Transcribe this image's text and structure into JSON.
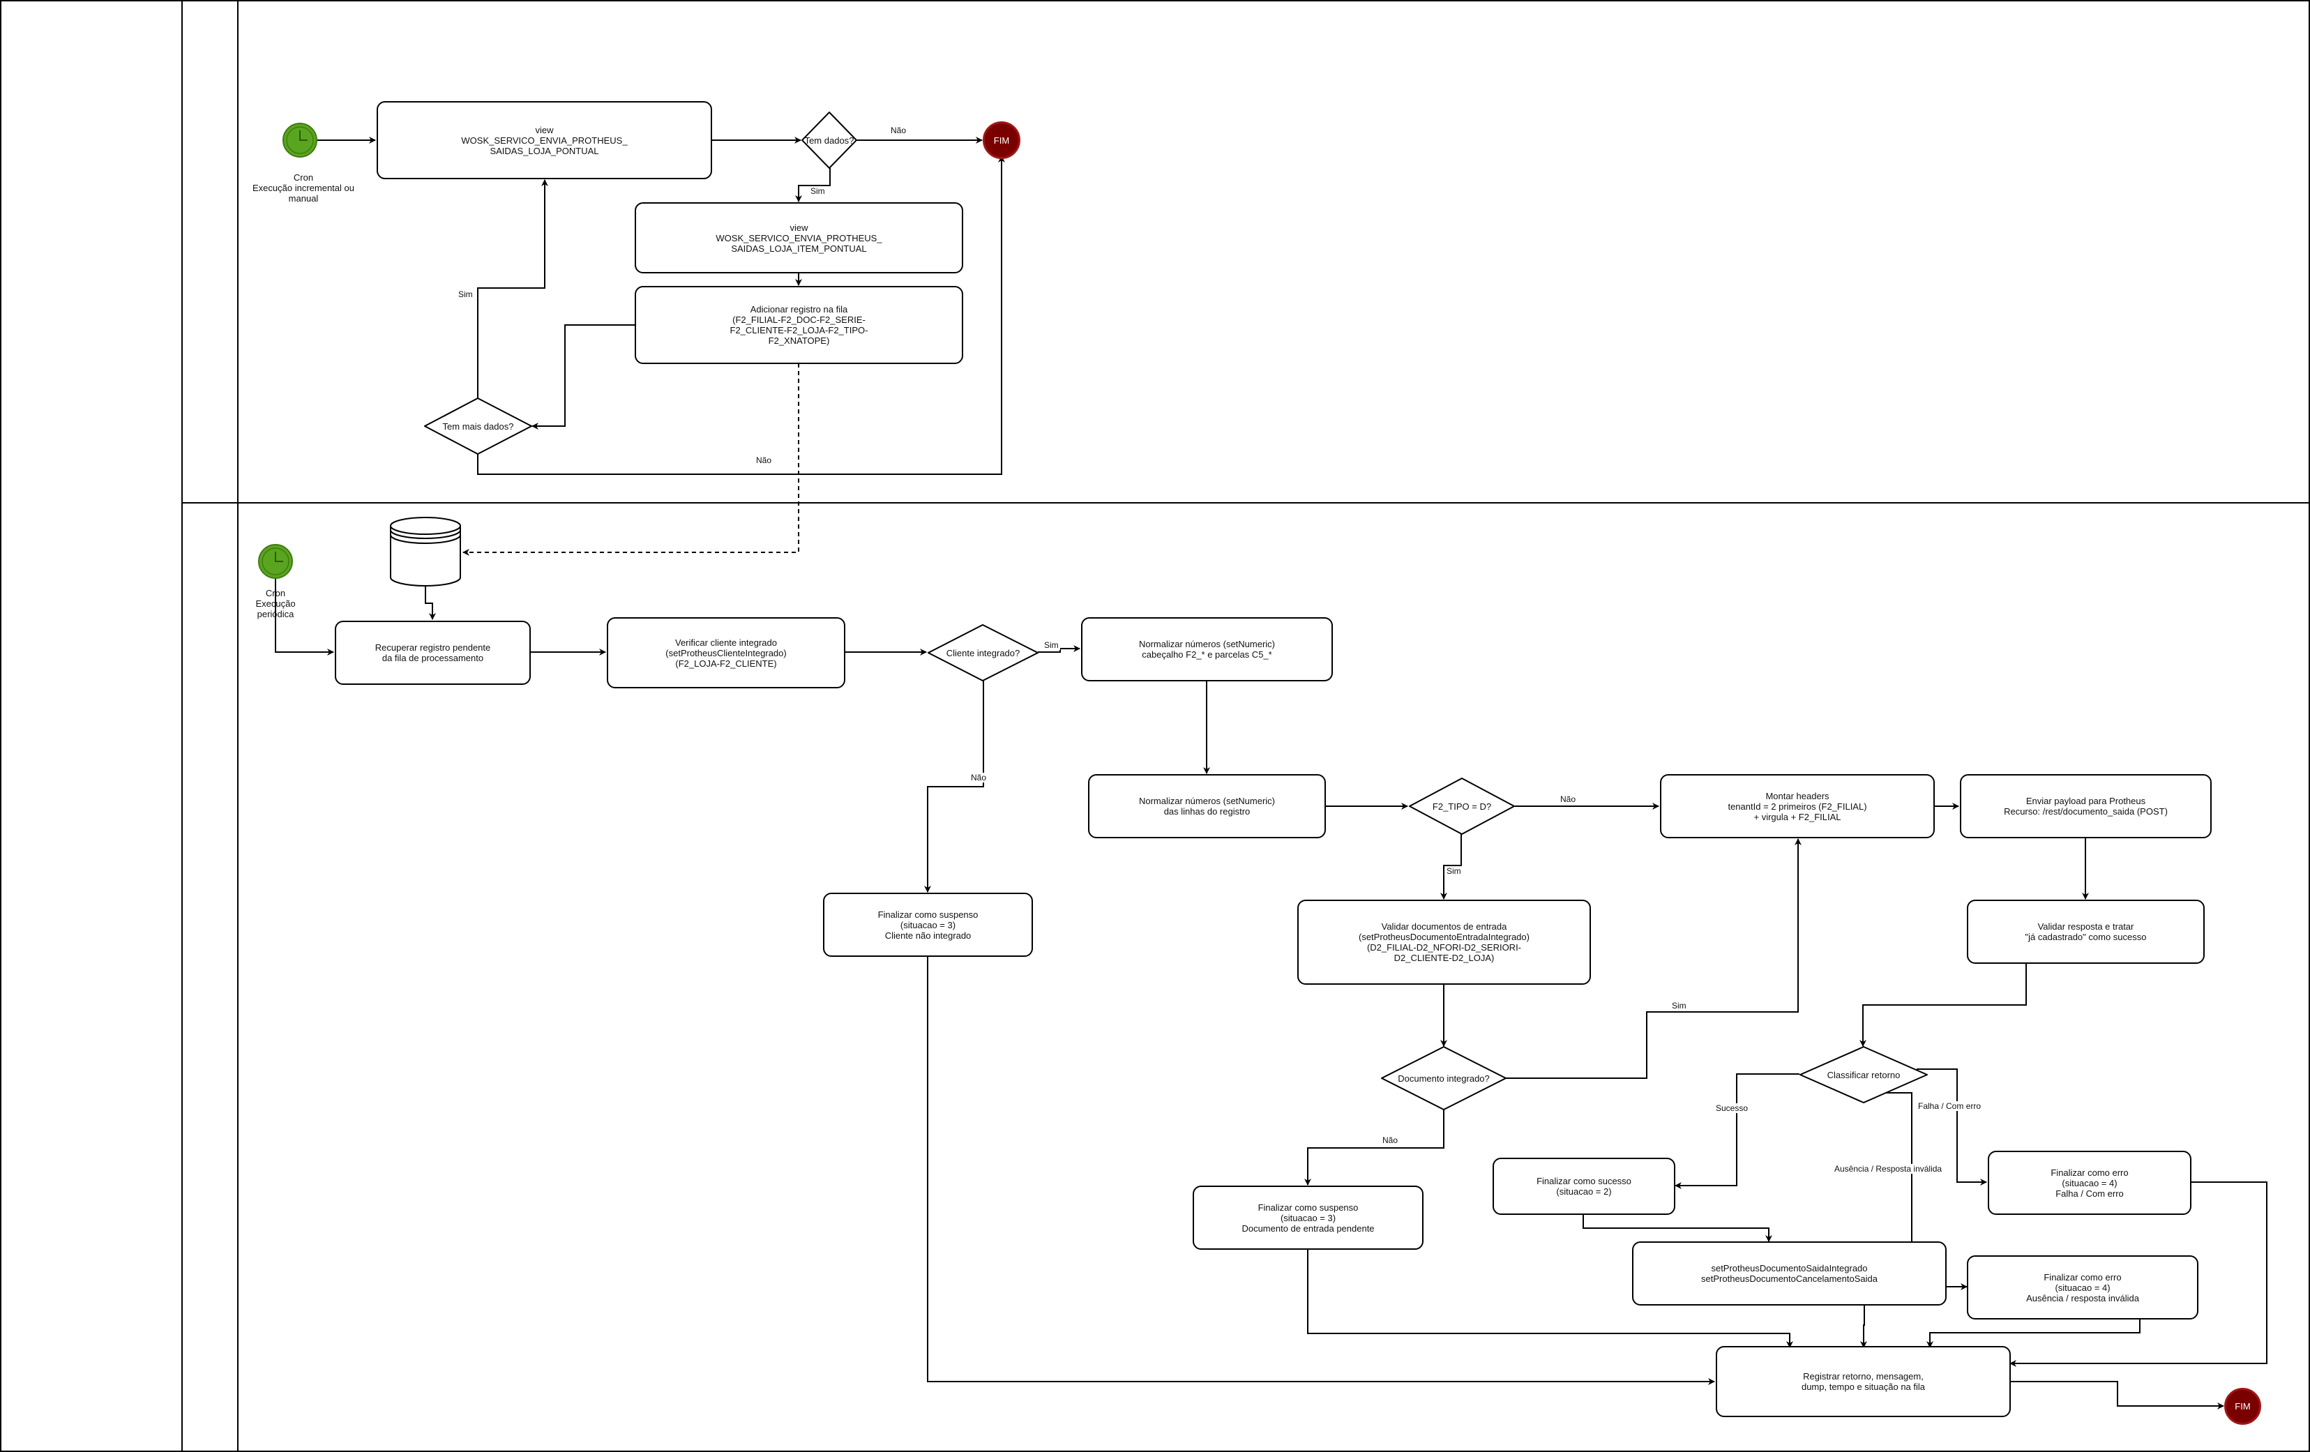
{
  "diagram": {
    "lanes": [
      {
        "id": "lane-1",
        "label": ""
      },
      {
        "id": "lane-2",
        "label": ""
      }
    ],
    "lane1": {
      "start_caption": "Cron\nExecução incremental ou\nmanual",
      "view_saidas": "view\nWOSK_SERVICO_ENVIA_PROTHEUS_\nSAIDAS_LOJA_PONTUAL",
      "decision_tem_dados": "Tem dados?",
      "label_nao_1": "Não",
      "end_label": "FIM",
      "label_sim_1": "Sim",
      "view_itens": "view\nWOSK_SERVICO_ENVIA_PROTHEUS_\nSAIDAS_LOJA_ITEM_PONTUAL",
      "adicionar_fila": "Adicionar registro na fila\n(F2_FILIAL-F2_DOC-F2_SERIE-\nF2_CLIENTE-F2_LOJA-F2_TIPO-\nF2_XNATOPE)",
      "decision_tem_mais": "Tem mais dados?",
      "label_sim_2": "Sim",
      "label_nao_2": "Não"
    },
    "lane2": {
      "start_caption": "Cron\nExecução\nperiódica",
      "recuperar": "Recuperar registro pendente\nda fila de processamento",
      "verificar_cliente": "Verificar cliente integrado\n(setProtheusClienteIntegrado)\n(F2_LOJA-F2_CLIENTE)",
      "decision_cliente": "Cliente integrado?",
      "label_sim_cliente": "Sim",
      "label_nao_cliente": "Não",
      "normalizar_cabecalho": "Normalizar números (setNumeric)\ncabeçalho F2_* e parcelas C5_*",
      "suspenso_cliente": "Finalizar como suspenso\n(situacao = 3)\nCliente não integrado",
      "normalizar_linhas": "Normalizar números (setNumeric)\ndas linhas do registro",
      "decision_tipo": "F2_TIPO = D?",
      "label_nao_tipo": "Não",
      "label_sim_tipo": "Sim",
      "montar_headers": "Montar headers\ntenantId = 2 primeiros (F2_FILIAL)\n+ virgula + F2_FILIAL",
      "enviar_payload": "Enviar payload para Protheus\nRecurso: /rest/documento_saida (POST)",
      "validar_documentos": "Validar documentos de entrada\n(setProtheusDocumentoEntradaIntegrado)\n(D2_FILIAL-D2_NFORI-D2_SERIORI-\nD2_CLIENTE-D2_LOJA)",
      "validar_resposta": "Validar resposta e tratar\n\"já cadastrado\" como sucesso",
      "decision_documento": "Documento integrado?",
      "label_sim_documento": "Sim",
      "label_nao_documento": "Não",
      "decision_classificar": "Classificar retorno",
      "label_sucesso": "Sucesso",
      "label_falha": "Falha / Com erro",
      "label_ausencia": "Ausência / Resposta inválida",
      "suspenso_documento": "Finalizar como suspenso\n(situacao = 3)\nDocumento de entrada pendente",
      "sucesso": "Finalizar como sucesso\n(situacao = 2)",
      "erro_falha": "Finalizar como erro\n(situacao = 4)\nFalha / Com erro",
      "set_protheus": "setProtheusDocumentoSaidaIntegrado\nsetProtheusDocumentoCancelamentoSaida",
      "erro_ausencia": "Finalizar como erro\n(situacao = 4)\nAusência / resposta inválida",
      "registrar_retorno": "Registrar retorno, mensagem,\ndump, tempo e situação na fila",
      "end_label": "FIM"
    },
    "colors": {
      "start_fill": "#5aa51f",
      "end_fill": "#7a0000",
      "stroke": "#000000"
    }
  }
}
